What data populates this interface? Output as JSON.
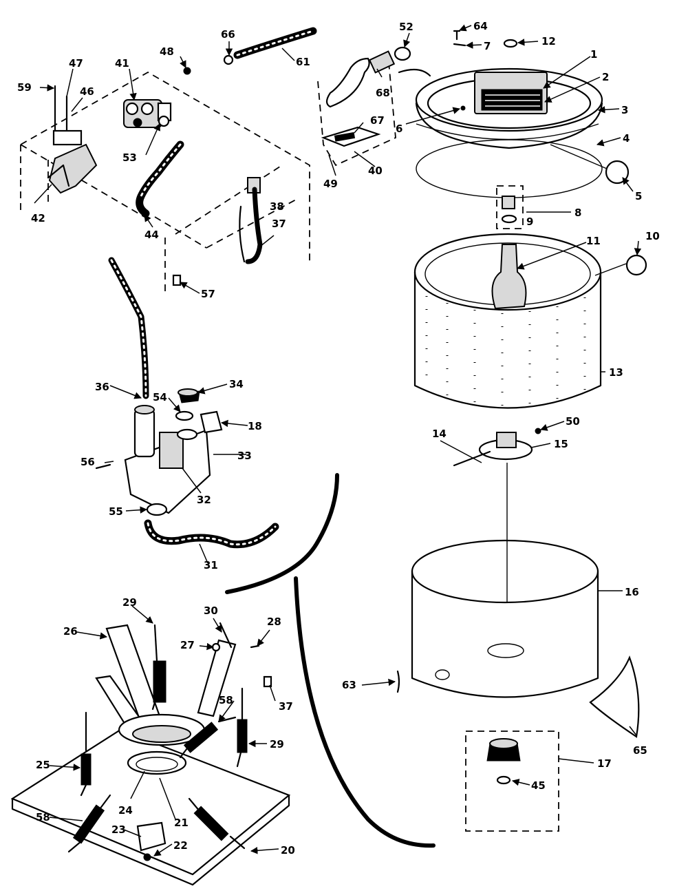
{
  "diagram": {
    "labels": [
      "1",
      "2",
      "3",
      "4",
      "5",
      "6",
      "7",
      "8",
      "9",
      "10",
      "11",
      "12",
      "13",
      "14",
      "15",
      "16",
      "17",
      "18",
      "20",
      "21",
      "22",
      "23",
      "24",
      "25",
      "26",
      "27",
      "28",
      "29",
      "29",
      "30",
      "31",
      "32",
      "33",
      "34",
      "36",
      "37",
      "37",
      "38",
      "40",
      "41",
      "42",
      "44",
      "45",
      "46",
      "47",
      "48",
      "49",
      "50",
      "52",
      "53",
      "54",
      "55",
      "56",
      "57",
      "58",
      "58",
      "59",
      "61",
      "63",
      "64",
      "65",
      "66",
      "67",
      "68"
    ]
  }
}
